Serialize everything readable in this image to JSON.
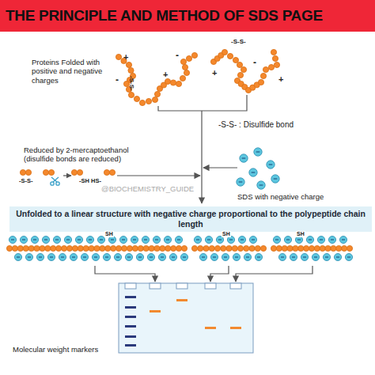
{
  "diagram": {
    "title": "THE PRINCIPLE AND METHOD OF SDS PAGE",
    "nodes": [
      {
        "text": [
          "Unfolded to a linear structure with negative charge proportional to the polypeptide chain length"
        ]
      }
    ],
    "labels": [
      "Proteins Folded with positive and negative charges",
      "+",
      "-",
      "+",
      "-",
      "-S-S-",
      "-S-S-",
      "+",
      "-",
      "+",
      "-S-S- : Disulfide bond",
      "Reduced by 2-mercaptoethanol (disulfide bonds are reduced)",
      "-S-S-",
      "-SH HS-",
      "@BIOCHEMISTRY_GUIDE",
      "SDS with negative charge",
      "SH",
      "SH",
      "SH",
      "Molecular weight markers"
    ]
  }
}
